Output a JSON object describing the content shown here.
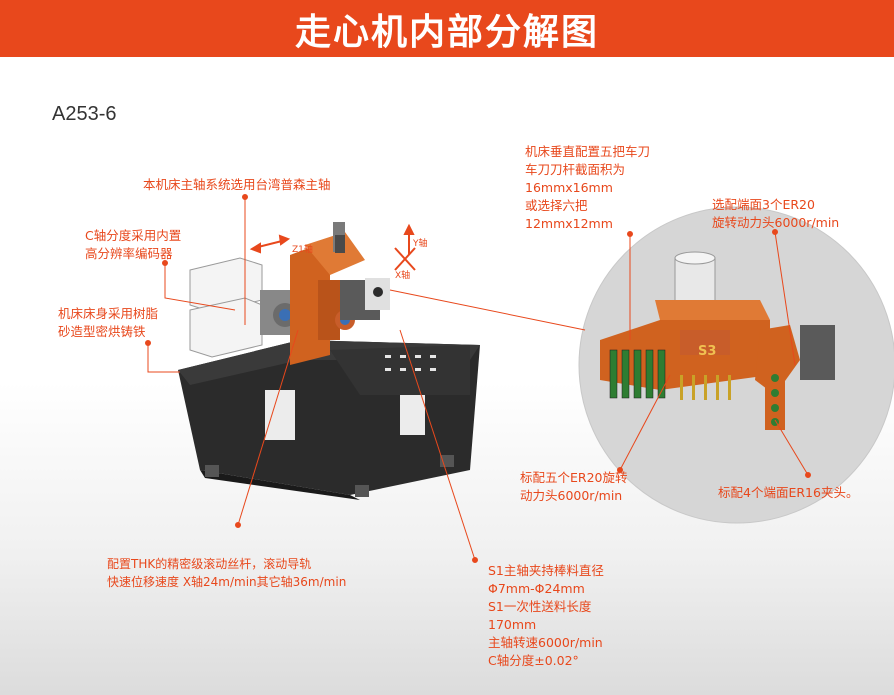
{
  "header": {
    "title": "走心机内部分解图"
  },
  "model": "A253-6",
  "axes": {
    "z1": "Z1轴",
    "y": "Y轴",
    "x": "X轴"
  },
  "tool_badge": "S3",
  "notes": {
    "spindle": [
      "本机床主轴系统选用台湾普森主轴"
    ],
    "c_axis": [
      "C轴分度采用内置",
      "高分辨率编码器"
    ],
    "bed": [
      "机床床身采用树脂",
      "砂造型密烘铸铁"
    ],
    "turning_tools": [
      "机床垂直配置五把车刀",
      "车刀刀杆截面积为",
      "16mmx16mm",
      "或选择六把",
      "12mmx12mm"
    ],
    "er20_optional": [
      "选配端面3个ER20",
      "旋转动力头6000r/min"
    ],
    "er20_standard": [
      "标配五个ER20旋转",
      "动力头6000r/min"
    ],
    "er16": [
      "标配4个端面ER16夹头。"
    ],
    "thk": [
      "配置THK的精密级滚动丝杆，滚动导轨",
      "快速位移速度 X轴24m/min其它轴36m/min"
    ],
    "s1": [
      "S1主轴夹持棒料直径",
      "Φ7mm-Φ24mm",
      "S1一次性送料长度",
      "170mm",
      "主轴转速6000r/min",
      "C轴分度±0.02°"
    ]
  },
  "colors": {
    "accent": "#e8481c",
    "machine_body": "#2b2b2b",
    "orange_part": "#d0621f"
  }
}
